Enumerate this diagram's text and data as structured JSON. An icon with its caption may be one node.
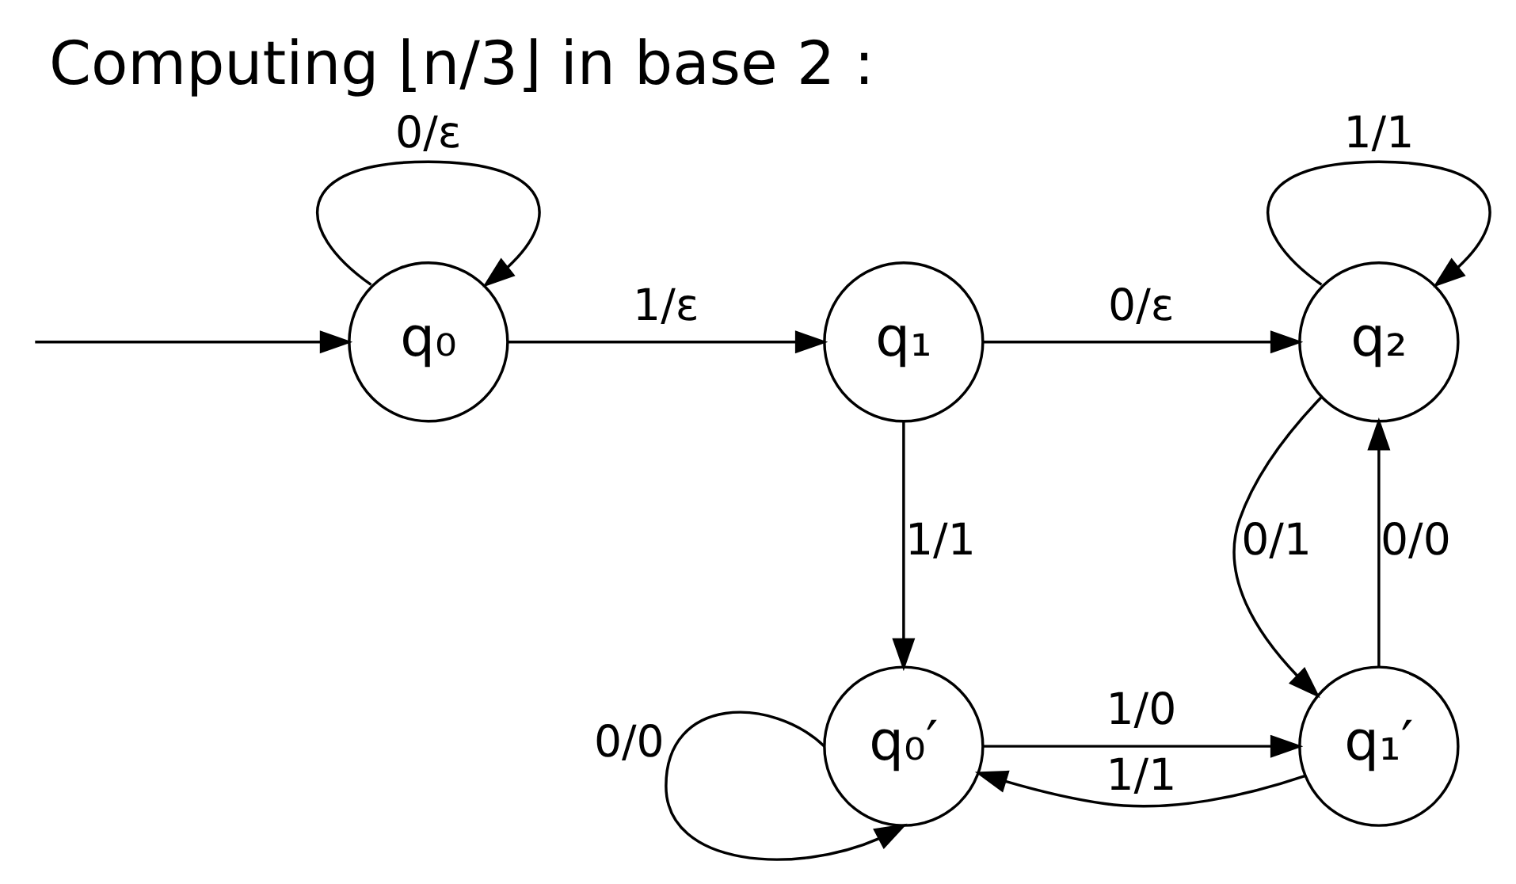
{
  "diagram": {
    "title": "Computing ⌊n/3⌋ in base 2 :",
    "nodes": [
      {
        "text": [
          "q₀"
        ]
      },
      {
        "text": [
          "q₁"
        ]
      },
      {
        "text": [
          "q₂"
        ]
      },
      {
        "text": [
          "q₀′"
        ]
      },
      {
        "text": [
          "q₁′"
        ]
      }
    ],
    "edges": [
      {
        "from": null,
        "to": 0,
        "arrow": "to"
      },
      {
        "from": 0,
        "to": 0,
        "arrow": "to",
        "label": "0/ε"
      },
      {
        "from": 0,
        "to": 1,
        "arrow": "to",
        "label": "1/ε"
      },
      {
        "from": 1,
        "to": 2,
        "arrow": "to",
        "label": "0/ε"
      },
      {
        "from": 2,
        "to": 2,
        "arrow": "to",
        "label": "1/1"
      },
      {
        "from": 1,
        "to": 3,
        "arrow": "to",
        "label": "1/1"
      },
      {
        "from": 2,
        "to": 4,
        "arrow": "to",
        "label": "0/1"
      },
      {
        "from": 4,
        "to": 2,
        "arrow": "to",
        "label": "0/0"
      },
      {
        "from": 3,
        "to": 4,
        "arrow": "to",
        "label": "1/0"
      },
      {
        "from": 4,
        "to": 3,
        "arrow": "to",
        "label": "1/1"
      },
      {
        "from": 3,
        "to": 3,
        "arrow": "to",
        "label": "0/0"
      }
    ]
  }
}
